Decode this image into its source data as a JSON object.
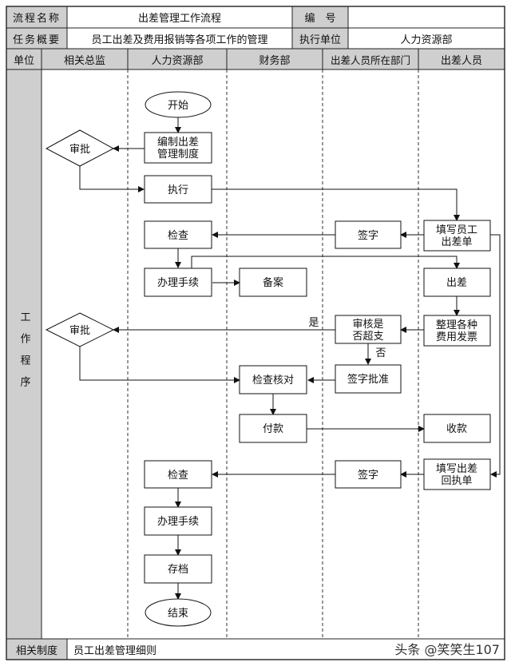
{
  "header": {
    "process_name_label": "流程名称",
    "process_name": "出差管理工作流程",
    "number_label": "编　号",
    "number_value": "",
    "summary_label": "任务概要",
    "summary": "员工出差及费用报销等各项工作的管理",
    "exec_unit_label": "执行单位",
    "exec_unit": "人力资源部"
  },
  "lanes": {
    "unit_label": "单位",
    "columns": [
      "相关总监",
      "人力资源部",
      "财务部",
      "出差人员所在部门",
      "出差人员"
    ],
    "side_label": "工作程序"
  },
  "nodes": {
    "start": "开始",
    "draft_rules": "编制出差管理制度",
    "approve_1": "审批",
    "execute": "执行",
    "fill_form": "填写员工出差单",
    "sign_1": "签字",
    "check_1": "检查",
    "procedures_1": "办理手续",
    "archive_record": "备案",
    "travel": "出差",
    "organize_invoices": "整理各种费用发票",
    "review_exceed": "审核是否超支",
    "approve_2": "审批",
    "sign_approve": "签字批准",
    "verify": "检查核对",
    "pay": "付款",
    "receive": "收款",
    "fill_receipt": "填写出差回执单",
    "sign_2": "签字",
    "check_2": "检查",
    "procedures_2": "办理手续",
    "store": "存档",
    "end": "结束"
  },
  "edge_labels": {
    "yes": "是",
    "no": "否"
  },
  "footer": {
    "related_label": "相关制度",
    "related_value": "员工出差管理细则"
  },
  "watermark": "头条 @笑笑生107"
}
